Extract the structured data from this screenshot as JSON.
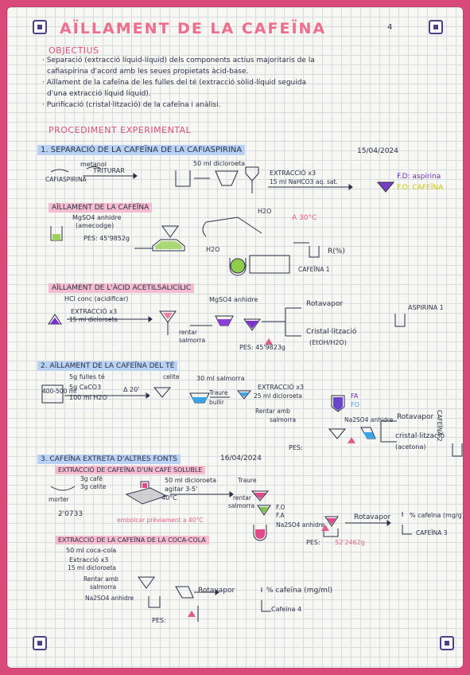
{
  "title": "AÏLLAMENT DE LA CAFEÏNA",
  "page_number": "4",
  "objectives": {
    "heading": "OBJECTIUS",
    "items": [
      "· Separació (extracció líquid-líquid) dels components actius majoritaris de la",
      "cafiaspirina d'acord amb les seues propietats àcid-base.",
      "· Aïllament de la cafeïna de les fulles del té (extracció sòlid-líquid seguida",
      "d'una extracció líquid líquid).",
      "· Purificació (cristal·lització) de la cafeïna i anàlisi."
    ]
  },
  "procedure_heading": "PROCEDIMENT EXPERIMENTAL",
  "s1": {
    "heading": "1. SEPARACIÓ DE LA CAFEÏNA DE LA CAFIASPIRINA",
    "date": "15/04/2024",
    "metanol": "metanol",
    "cafiaspirina": "CAFIASPIRINA",
    "triturar": "TRITURAR",
    "dicloro": "50 ml dicloroeta",
    "extraccio": "EXTRACCIÓ x3",
    "nahco3": "15 ml NaHCO3 aq. sat.",
    "fd": "F.D: aspirina",
    "fo": "F.O: CAFEÏNA"
  },
  "s1a": {
    "heading": "AÏLLAMENT DE LA CAFEÏNA",
    "mgso4": "MgSO4 anhidre",
    "amecodge": "(amecodge)",
    "pes": "PES: 45'9852g",
    "h2o_a": "H2O",
    "h2o_b": "H2O",
    "temp": "A 30°C",
    "r": "R(%)",
    "cafeina1": "CAFEÏNA 1"
  },
  "s1b": {
    "heading": "AÏLLAMENT DE L'ÀCID ACETILSALICÍLIC",
    "hcl": "HCl conc (acidificar)",
    "extraccio": "EXTRACCIÓ x3",
    "dicloro": "15 ml dicloroeta",
    "mgso4": "MgSO4 anhidre",
    "rentar": "rentar",
    "salmorra": "salmorra",
    "rotavapor": "Rotavapor",
    "aspirina1": "ASPIRINA 1",
    "cristal": "Cristal·lització",
    "etoh": "(EtOH/H2O)",
    "pes": "PES: 45'9823g"
  },
  "s2": {
    "heading": "2. AÏLLAMENT DE LA CAFEÏNA DEL TÉ",
    "fullete": "5g fulles té",
    "caco3": "5g CaCO3",
    "aigua": "100 ml H2O",
    "volume": "400-500 ml",
    "boil": "Δ 20'",
    "celite": "celite",
    "salmorra30": "30 ml salmorra",
    "traure": "Traure",
    "bullir": "bullir",
    "extraccio": "EXTRACCIÓ x3",
    "dicloro": "25 ml dicloroeta",
    "fa": "FA",
    "fo": "FO",
    "rentar": "Rentar amb",
    "salmorra": "salmorra",
    "na2so4": "Na2SO4 anhidre",
    "rotavapor": "Rotavapor",
    "cristal": "cristal·lització",
    "acetona": "(acetona)",
    "pes": "PES:",
    "cafeina2": "CAFEÏNA 2"
  },
  "s3": {
    "heading": "3. CAFEÏNA EXTRETA D'ALTRES FONTS",
    "date": "16/04/2024",
    "sub1": "EXTRACCIÓ DE CAFEÏNA D'UN CAFÉ SOLUBLE",
    "cafe": "3g café",
    "celite": "3g celite",
    "morter": "morter",
    "temp": "40°C",
    "dicloro": "50 ml dicloroeta",
    "agitar": "agitar 3-5'",
    "traure": "Traure",
    "rentar": "rentar",
    "salmorra": "salmorra",
    "weight": "2'0733",
    "previ": "embolcar prèviament a 40°C",
    "fo": "F.O",
    "fa": "F.A",
    "na2so4": "Na2SO4 anhidre",
    "rotavapor": "Rotavapor",
    "pct": "% cafeïna (mg/g)",
    "cafeina3": "CAFEÏNA 3",
    "pes": "PES:",
    "pesv": "52'2462g",
    "sub2": "EXTRACCIÓ DE LA CAFEÏNA DE LA COCA-COLA",
    "coca": "50 ml coca-cola",
    "extraccio": "Extracció x3",
    "dicloro15": "15 ml dicloroeta",
    "rentar2": "Rentar amb",
    "salmorra2": "salmorra",
    "na2so4b": "Na2SO4 anhidre",
    "rotavapor2": "Rotavapor",
    "pct2": "% cafeïna (mg/ml)",
    "cafeina4": "Cafeïna 4",
    "pes2": "PES:"
  },
  "colors": {
    "pink": "#e05c8a",
    "purple": "#6c2bb6",
    "blue": "#3aa3e8",
    "green": "#7cc644",
    "highlight_blue": "#b9d2f4",
    "highlight_pink": "#f5bcd0"
  }
}
